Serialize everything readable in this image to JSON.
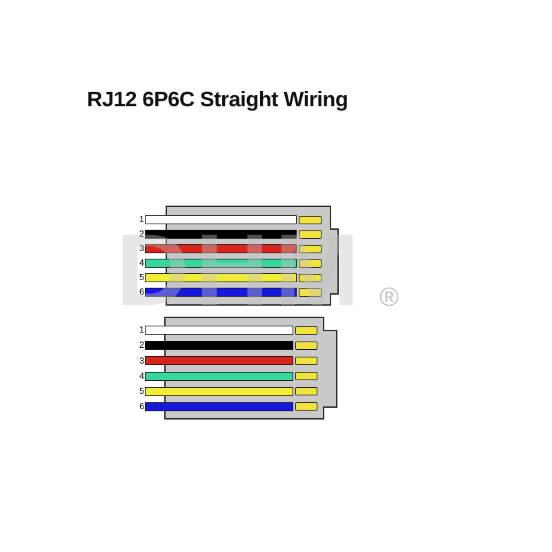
{
  "title": "RJ12 6P6C Straight Wiring",
  "watermark": {
    "text": "DHM",
    "registered": "®"
  },
  "colors": {
    "connector_body": "#c9c9c9",
    "pad_fill": "#f2e33c",
    "outline": "#101010"
  },
  "wires": [
    {
      "pin": "1",
      "color_name": "white",
      "hex": "#ffffff"
    },
    {
      "pin": "2",
      "color_name": "black",
      "hex": "#000000"
    },
    {
      "pin": "3",
      "color_name": "red",
      "hex": "#d8241a"
    },
    {
      "pin": "4",
      "color_name": "green",
      "hex": "#35d89a"
    },
    {
      "pin": "5",
      "color_name": "yellow",
      "hex": "#f2ee38"
    },
    {
      "pin": "6",
      "color_name": "blue",
      "hex": "#1717dd"
    }
  ],
  "connectors": [
    {
      "label": "top-connector"
    },
    {
      "label": "bottom-connector"
    }
  ]
}
